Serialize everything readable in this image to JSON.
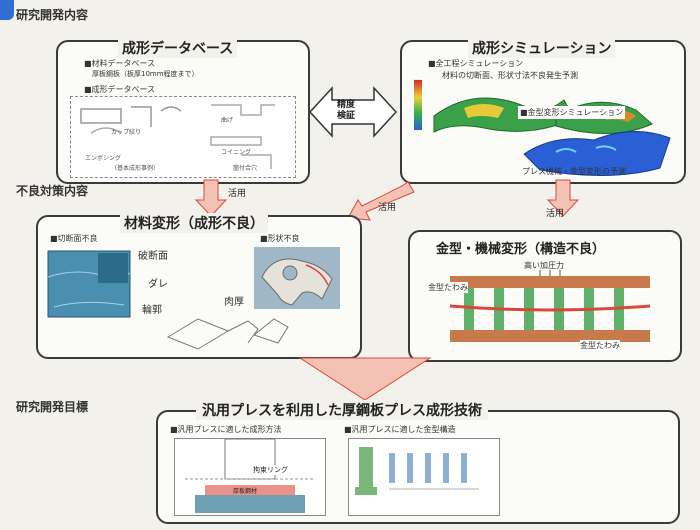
{
  "sections": {
    "research_content": "研究開発内容",
    "countermeasure_content": "不良対策内容",
    "research_goal": "研究開発目標"
  },
  "forming_db": {
    "title": "成形データベース",
    "material_db": "■材料データベース",
    "material_db_detail": "厚板鋼板（板厚10mm程度まで）",
    "forming_db_sub": "■成形データベース",
    "labels": [
      "カップ絞り",
      "曲げ",
      "コイニング",
      "エンボシング",
      "（基本成形事例）",
      "箇付合穴"
    ]
  },
  "verify": {
    "line1": "精度",
    "line2": "検証"
  },
  "simulation": {
    "title": "成形シミュレーション",
    "full_process": "■全工程シミュレーション",
    "full_process_desc": "材料の切断面、形状寸法不良発生予測",
    "die_deform": "■金型変形シミュレーション",
    "die_deform_desc": "プレス機械・金型変形の予測"
  },
  "apply_labels": [
    "活用",
    "活用",
    "活用"
  ],
  "material_deform": {
    "title": "材料変形（成形不良）",
    "cut_defect": "■切断面不良",
    "fracture": "破断面",
    "sag": "ダレ",
    "shape_defect": "■形状不良",
    "contour": "輪郭",
    "thickness": "肉厚"
  },
  "die_machine": {
    "title": "金型・機械変形（構造不良）",
    "high_force": "高い加圧力",
    "die_deflection_1": "金型たわみ",
    "die_deflection_2": "金型たわみ"
  },
  "goal_panel": {
    "title": "汎用プレスを利用した厚鋼板プレス成形技術",
    "method": "■汎用プレスに適した成形方法",
    "structure": "■汎用プレスに適した金型構造",
    "restraint_ring": "拘束リング",
    "material_label": "厚板鋼材"
  },
  "colors": {
    "accent_red": "#d9493a",
    "arrow_fill": "#f3c2b4",
    "sim_blue": "#2a5fd6"
  }
}
